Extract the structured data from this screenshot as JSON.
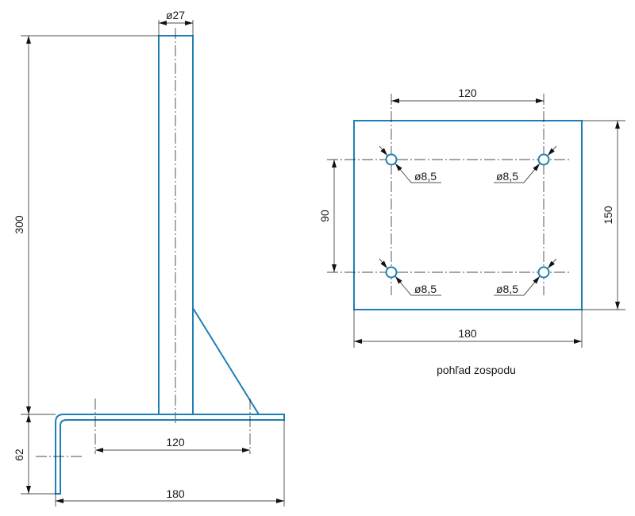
{
  "colors": {
    "part_outline": "#1f7fb5",
    "dimension_line": "#111111",
    "text": "#1a1a1a"
  },
  "side_view": {
    "tube_diameter": "ø27",
    "height": "300",
    "flange_height": "62",
    "hole_spacing": "120",
    "base_length": "180"
  },
  "bottom_view": {
    "hole_spacing_x": "120",
    "hole_spacing_y": "90",
    "plate_width": "180",
    "plate_height": "150",
    "holes": [
      "ø8,5",
      "ø8,5",
      "ø8,5",
      "ø8,5"
    ],
    "caption": "pohľad zospodu"
  }
}
